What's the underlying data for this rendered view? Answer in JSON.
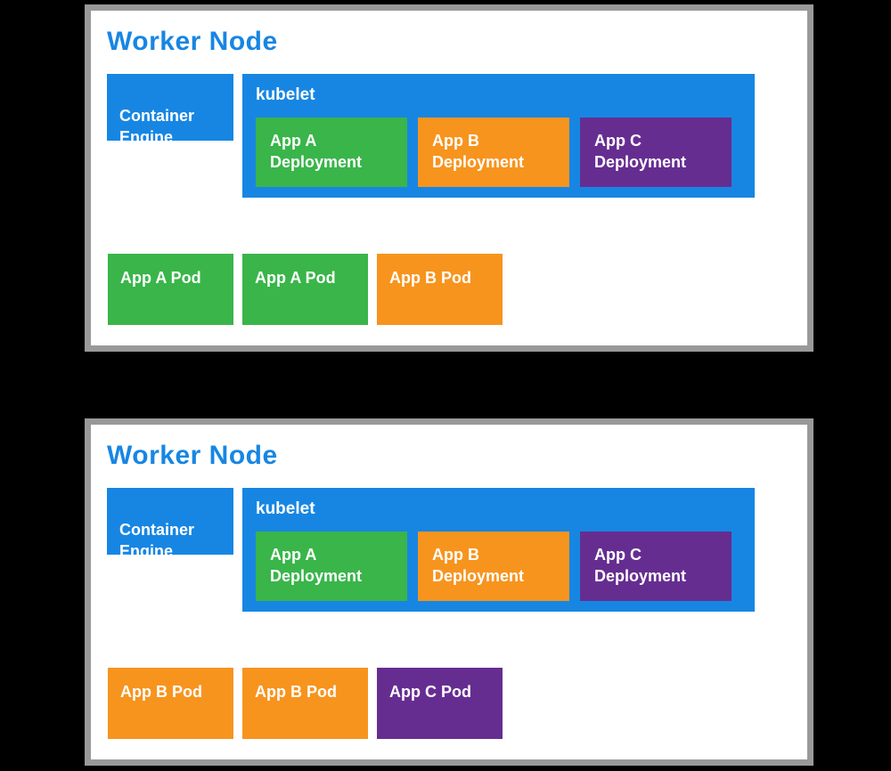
{
  "colors": {
    "blue": "#1786E3",
    "green": "#39B54A",
    "orange": "#F7941E",
    "purple": "#662D91",
    "panel_border": "#999999",
    "panel_background": "#FFFFFF",
    "page_background": "#000000",
    "title_text": "#1786E3",
    "box_text": "#FFFFFF"
  },
  "panels": [
    {
      "title": "Worker Node",
      "container_engine_label": "Container\nEngine",
      "kubelet_label": "kubelet",
      "deployments": [
        {
          "label": "App A\nDeployment",
          "color": "#39B54A"
        },
        {
          "label": "App B\nDeployment",
          "color": "#F7941E"
        },
        {
          "label": "App C\nDeployment",
          "color": "#662D91"
        }
      ],
      "pods": [
        {
          "label": "App A Pod",
          "color": "#39B54A"
        },
        {
          "label": "App A Pod",
          "color": "#39B54A"
        },
        {
          "label": "App B Pod",
          "color": "#F7941E"
        }
      ]
    },
    {
      "title": "Worker Node",
      "container_engine_label": "Container\nEngine",
      "kubelet_label": "kubelet",
      "deployments": [
        {
          "label": "App A\nDeployment",
          "color": "#39B54A"
        },
        {
          "label": "App B\nDeployment",
          "color": "#F7941E"
        },
        {
          "label": "App C\nDeployment",
          "color": "#662D91"
        }
      ],
      "pods": [
        {
          "label": "App B Pod",
          "color": "#F7941E"
        },
        {
          "label": "App B Pod",
          "color": "#F7941E"
        },
        {
          "label": "App C Pod",
          "color": "#662D91"
        }
      ]
    }
  ]
}
